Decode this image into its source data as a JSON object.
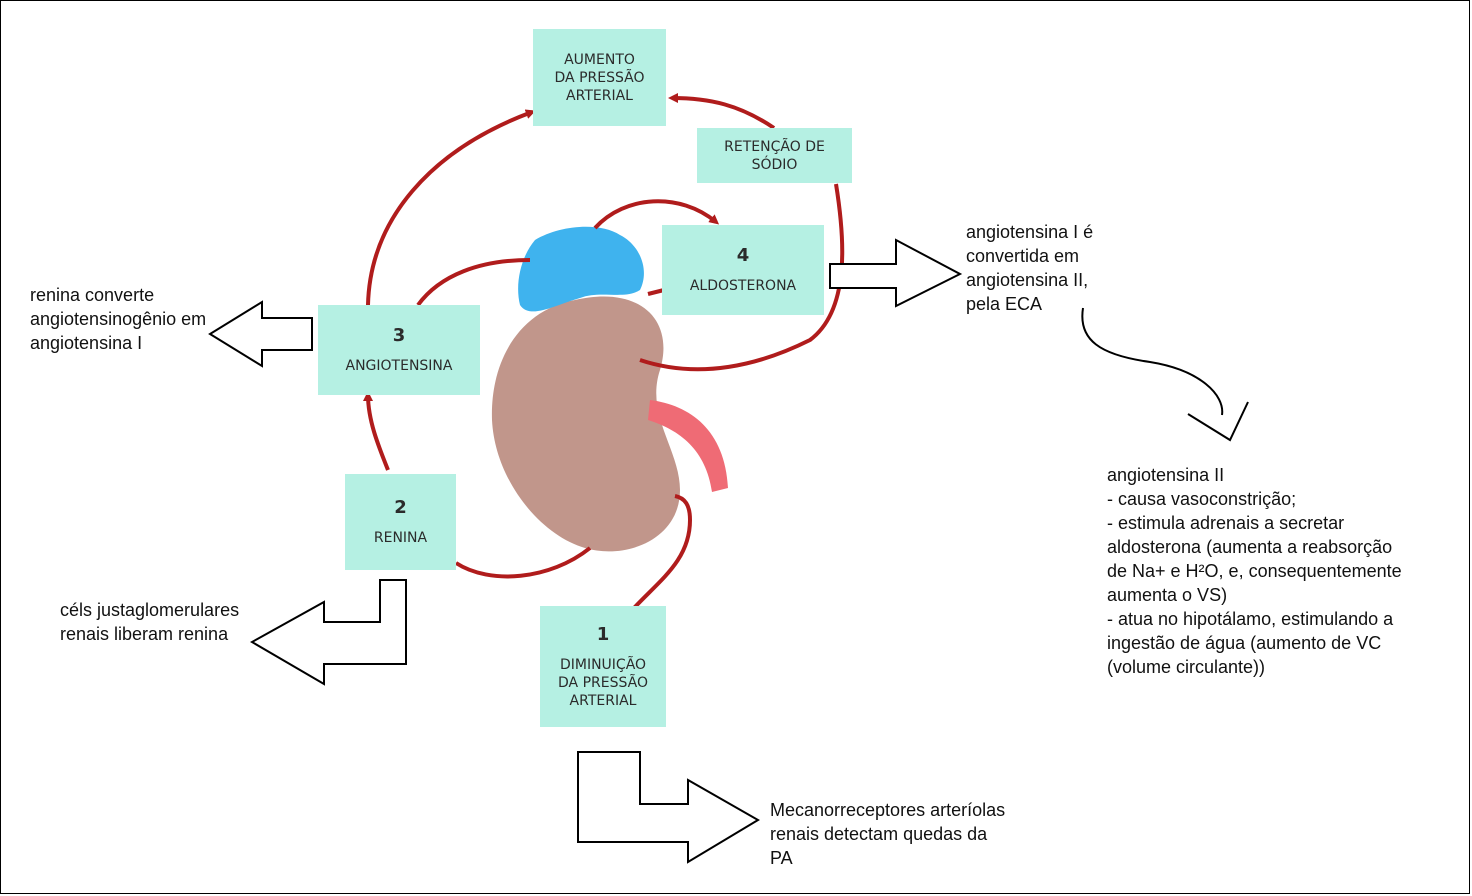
{
  "steps": [
    {
      "id": "aumento",
      "number": "",
      "label": "AUMENTO\nDA PRESSÃO\nARTERIAL"
    },
    {
      "id": "retencao",
      "number": "",
      "label": "RETENÇÃO DE\nSÓDIO"
    },
    {
      "id": "aldosterona",
      "number": "4",
      "label": "ALDOSTERONA"
    },
    {
      "id": "angiotensina",
      "number": "3",
      "label": "ANGIOTENSINA"
    },
    {
      "id": "renina",
      "number": "2",
      "label": "RENINA"
    },
    {
      "id": "diminuicao",
      "number": "1",
      "label": "DIMINUIÇÃO\nDA PRESSÃO\nARTERIAL"
    }
  ],
  "notes": {
    "renina_converte": "renina converte\nangiotensinogênio em\nangiotensina I",
    "angiotensina_i": "angiotensina I é\nconvertida em\nangiotensina II,\npela ECA",
    "angiotensina_ii": "angiotensina II\n- causa vasoconstrição;\n- estimula adrenais a secretar\naldosterona (aumenta a reabsorção\nde Na+ e H²O, e, consequentemente\naumenta o VS)\n- atua no hipotálamo, estimulando a\ningestão de água (aumento de VC\n(volume circulante))",
    "cels": "céls justaglomerulares\nrenais liberam renina",
    "mecanorreceptores": "Mecanorreceptores arteríolas\nrenais detectam quedas da\nPA"
  },
  "colors": {
    "box_fill": "#b5f0e3",
    "arrow_red": "#b01c1c",
    "kidney": "#c1968b",
    "adrenal": "#3fb3ee",
    "ureter": "#ef6b75"
  }
}
